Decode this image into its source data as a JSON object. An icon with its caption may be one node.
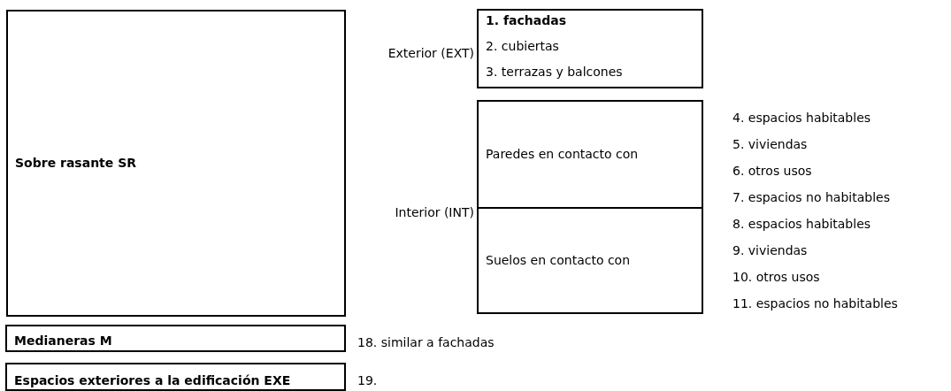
{
  "diagram": {
    "nodes": [
      {
        "text": [
          "Sobre rasante SR"
        ]
      },
      {
        "text": [
          "1. fachadas",
          "2. cubiertas",
          "3. terrazas y balcones"
        ]
      },
      {
        "text": [
          "Paredes en contacto con"
        ]
      },
      {
        "text": [
          "Suelos en contacto con"
        ]
      },
      {
        "text": [
          "Medianeras M"
        ]
      },
      {
        "text": [
          "Espacios exteriores a la edificación EXE"
        ]
      }
    ],
    "labels": [
      "Exterior (EXT)",
      "Interior (INT)",
      "4. espacios habitables",
      "5. viviendas",
      "6. otros usos",
      "7. espacios no habitables",
      "8. espacios habitables",
      "9. viviendas",
      "10. otros usos",
      "11. espacios no habitables",
      "18. similar a fachadas",
      "19."
    ]
  }
}
